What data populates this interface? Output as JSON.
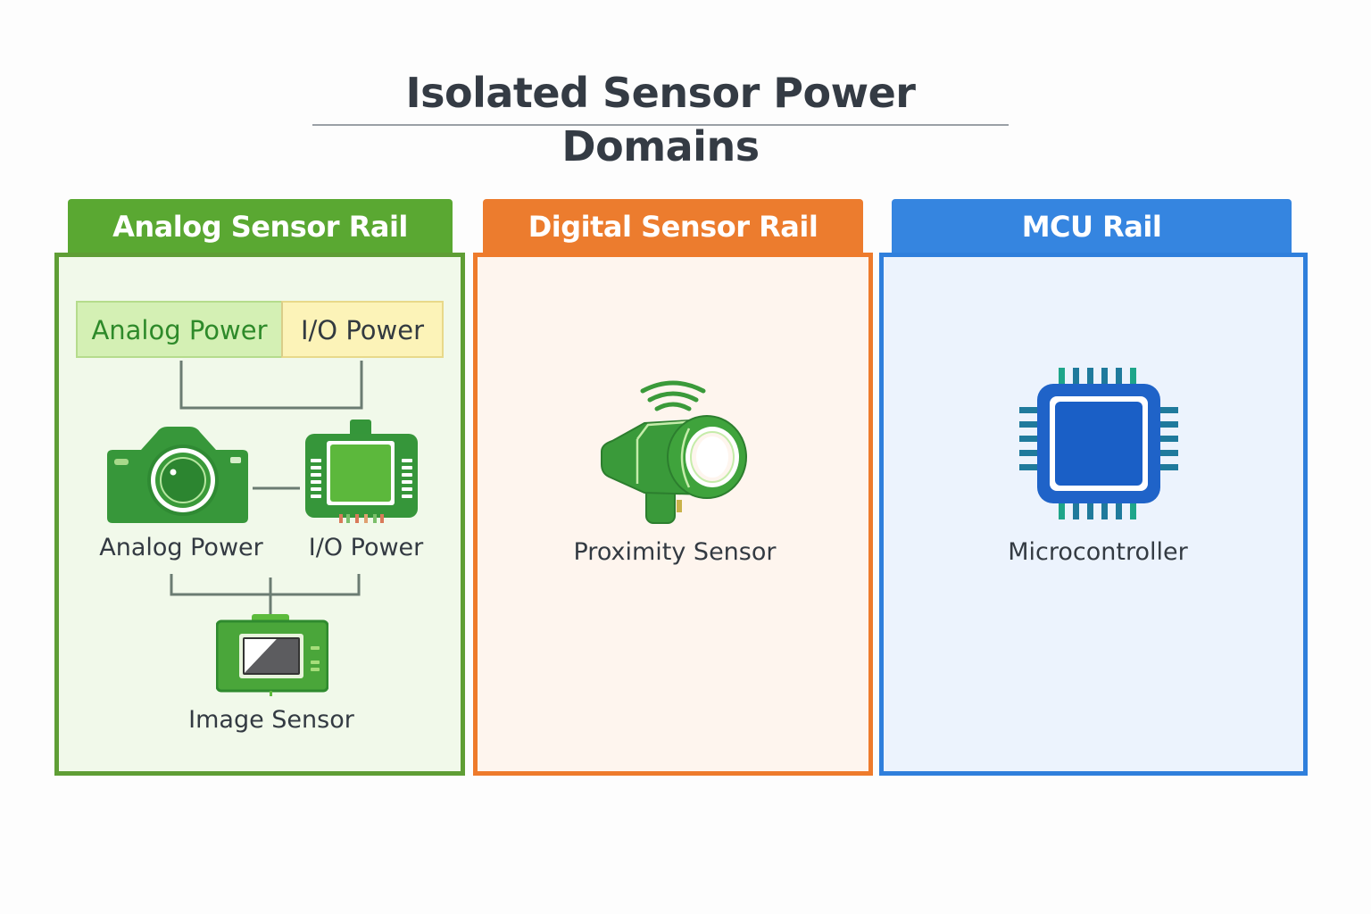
{
  "title": "Isolated Sensor Power Domains",
  "colors": {
    "analog_rail": "#5aa832",
    "digital_rail": "#ec7c2e",
    "mcu_rail": "#3585e0",
    "icon_green": "#3a9a3a",
    "icon_blue": "#1f63c8",
    "wire": "#6b7c72"
  },
  "domains": [
    {
      "header": "Analog Sensor Rail",
      "power_boxes": [
        {
          "label": "Analog Power"
        },
        {
          "label": "I/O Power"
        }
      ],
      "components": [
        {
          "label": "Analog Power",
          "icon": "camera-icon"
        },
        {
          "label": "I/O Power",
          "icon": "chip-module-icon"
        },
        {
          "label": "Image Sensor",
          "icon": "image-sensor-icon"
        }
      ]
    },
    {
      "header": "Digital Sensor Rail",
      "components": [
        {
          "label": "Proximity Sensor",
          "icon": "proximity-sensor-icon"
        }
      ]
    },
    {
      "header": "MCU Rail",
      "components": [
        {
          "label": "Microcontroller",
          "icon": "microcontroller-icon"
        }
      ]
    }
  ]
}
